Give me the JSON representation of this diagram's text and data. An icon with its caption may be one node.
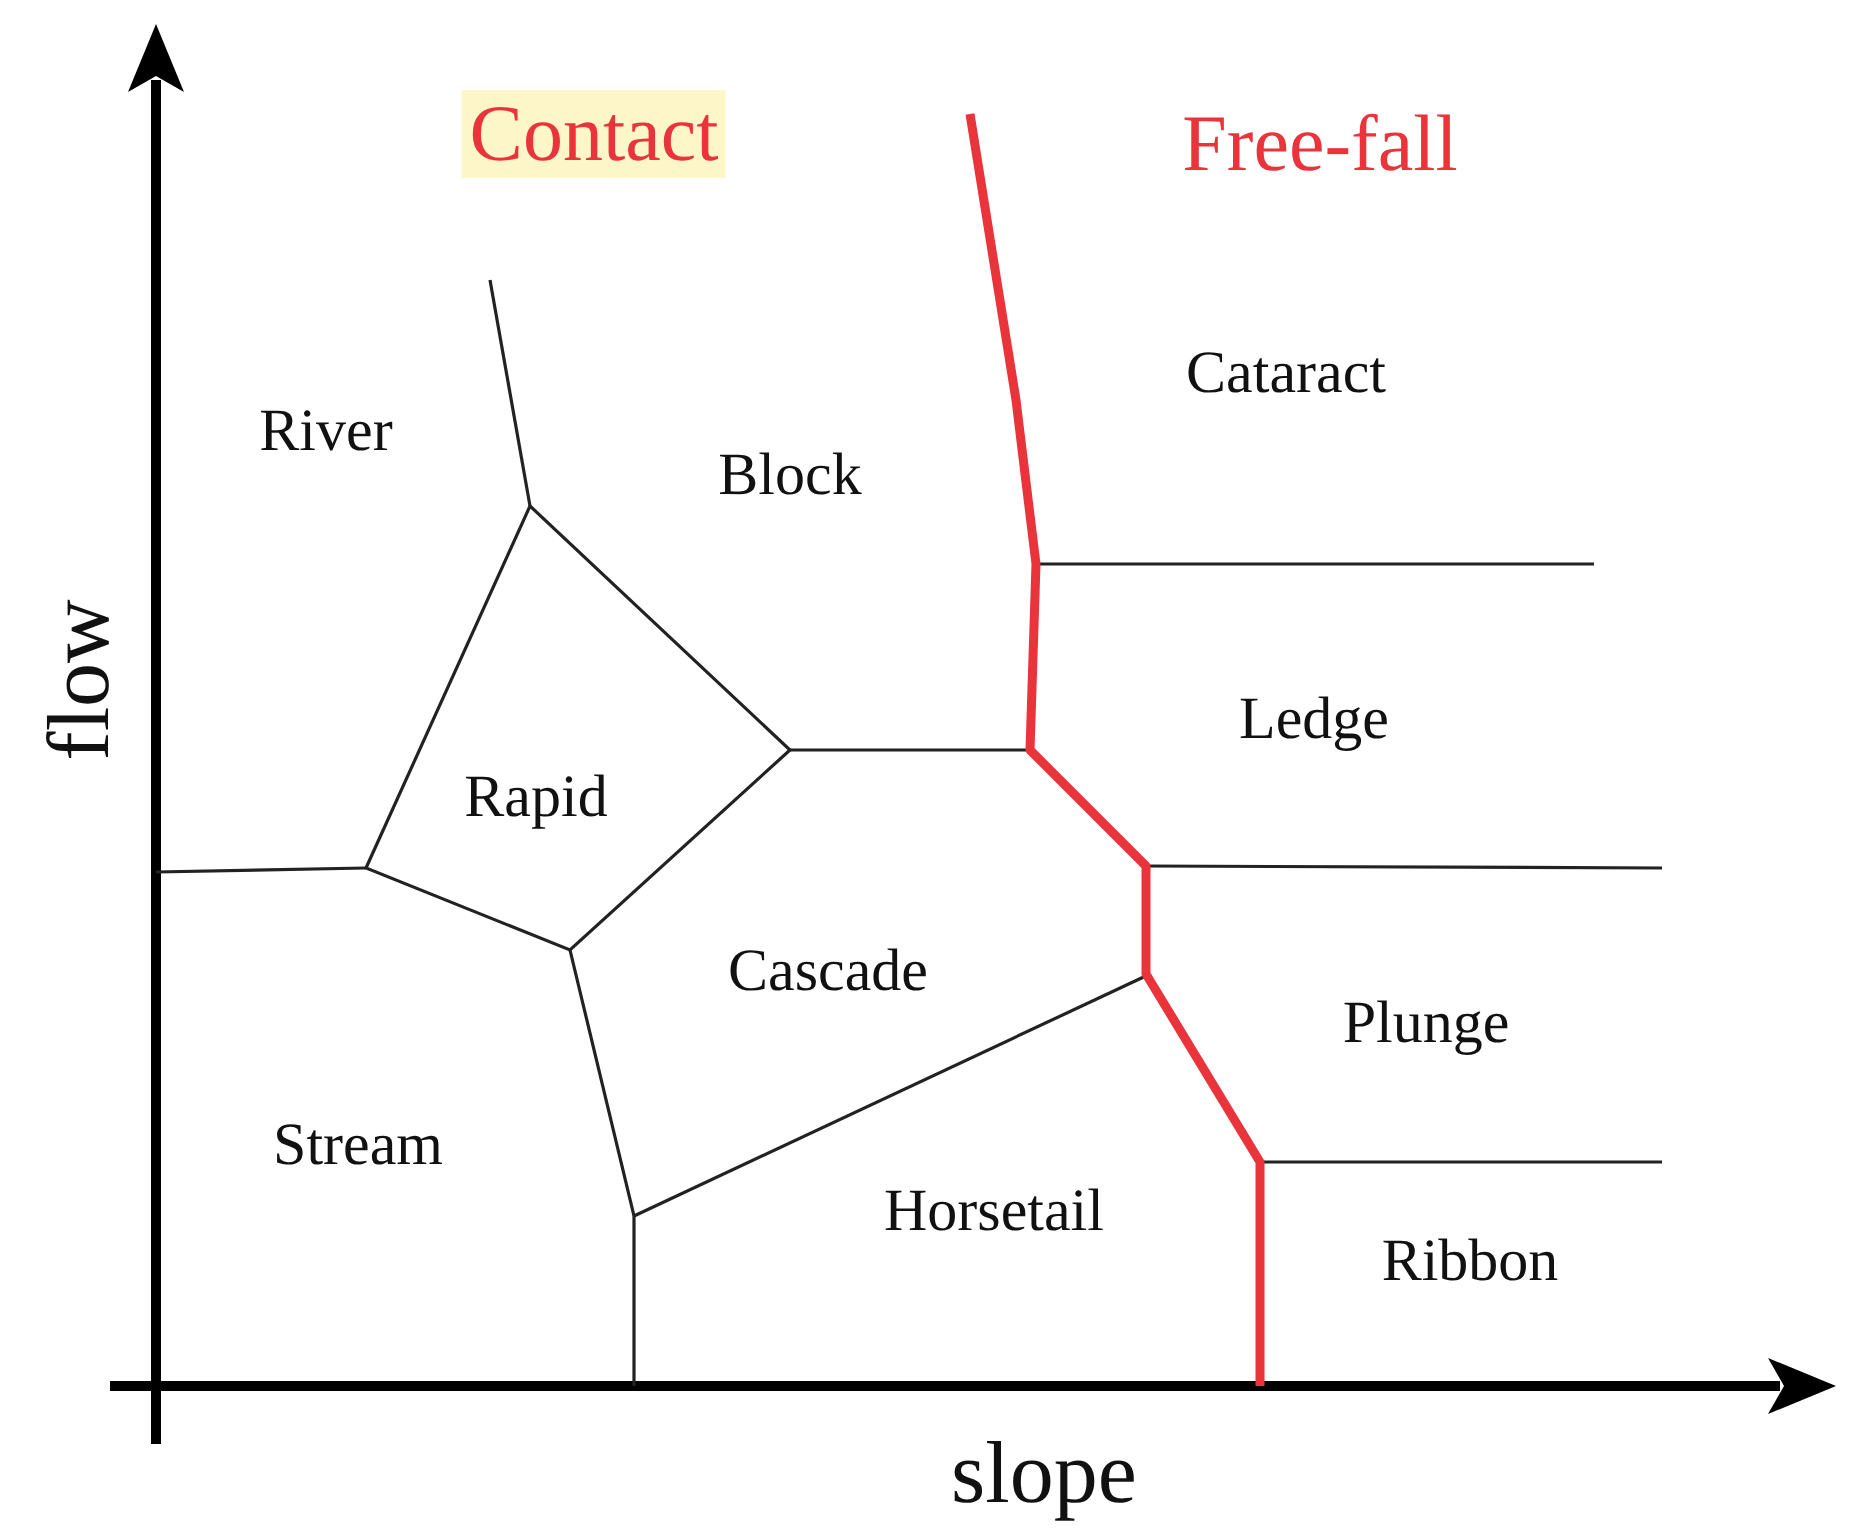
{
  "diagram": {
    "labels": [
      "Contact",
      "Free-fall",
      "River",
      "Block",
      "Cataract",
      "Rapid",
      "Ledge",
      "Cascade",
      "Plunge",
      "Stream",
      "Horsetail",
      "Ribbon",
      "flow",
      "slope"
    ]
  }
}
